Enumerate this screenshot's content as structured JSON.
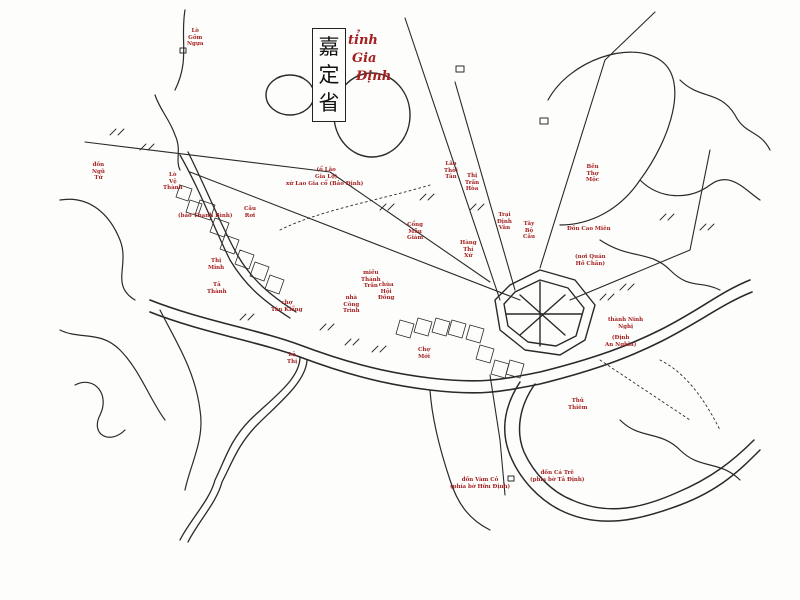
{
  "map": {
    "title_chinese": [
      "嘉",
      "定",
      "省"
    ],
    "title_vietnamese": [
      "tỉnh",
      "Gia",
      "Định"
    ],
    "labels": [
      {
        "id": "northwest-label",
        "text": "Lò\nGốm\nNgựa"
      },
      {
        "id": "west-label-1",
        "text": "đồn\nNgũ\nTứ"
      },
      {
        "id": "west-label-2",
        "text": "Lò\nVệ\nThành"
      },
      {
        "id": "west-label-3",
        "text": "(bảo Thanh Bình)"
      },
      {
        "id": "west-label-4",
        "text": "Cầu\nRơi"
      },
      {
        "id": "road-label",
        "text": "(ổ Lão\nGia Lộ)"
      },
      {
        "id": "southwest-label-1",
        "text": "Thị\nMinh"
      },
      {
        "id": "southwest-label-2",
        "text": "Tả\nThành"
      },
      {
        "id": "center-label-1",
        "text": "miếu\nThánh\nTrần"
      },
      {
        "id": "center-label-2",
        "text": "chùa\nHội\nĐồng"
      },
      {
        "id": "center-label-3",
        "text": "xứ Lao Gia cổ (Bảo Định)"
      },
      {
        "id": "center-label-4",
        "text": "nhà\nCông\nTrình"
      },
      {
        "id": "center-label-5",
        "text": "Cổng\nMẫu\nGiám"
      },
      {
        "id": "north-label-1",
        "text": "Lão\nThời\nTân"
      },
      {
        "id": "north-label-2",
        "text": "Thị\nTrần\nHòa"
      },
      {
        "id": "north-label-3",
        "text": "Trại\nĐịnh\nVân"
      },
      {
        "id": "north-label-4",
        "text": "Hàng\nThí\nXứ"
      },
      {
        "id": "northeast-label-1",
        "text": "Bến\nThợ\nMộc"
      },
      {
        "id": "northeast-label-2",
        "text": "Tây\nBộ\nCầu"
      },
      {
        "id": "east-label-1",
        "text": "Đồn Cao Miên"
      },
      {
        "id": "east-label-2",
        "text": "(nơi Quán\nHồ Chấn)"
      },
      {
        "id": "east-label-3",
        "text": "thành Ninh\nNghị"
      },
      {
        "id": "east-label-4",
        "text": "(Định\nAn Nghĩa)"
      },
      {
        "id": "south-label-1",
        "text": "Thủ\nThiêm"
      },
      {
        "id": "south-label-2",
        "text": "đồn Cá Trê\n(phía bờ Tả Định)"
      },
      {
        "id": "south-label-3",
        "text": "đồn Vàm Cỏ\n(phía bờ Hữu Định)"
      },
      {
        "id": "central-label-6",
        "text": "Chợ\nMới"
      },
      {
        "id": "market-label-1",
        "text": "chợ\nTân Kiểng"
      },
      {
        "id": "market-label-2",
        "text": "Lộ\nThị"
      }
    ]
  }
}
